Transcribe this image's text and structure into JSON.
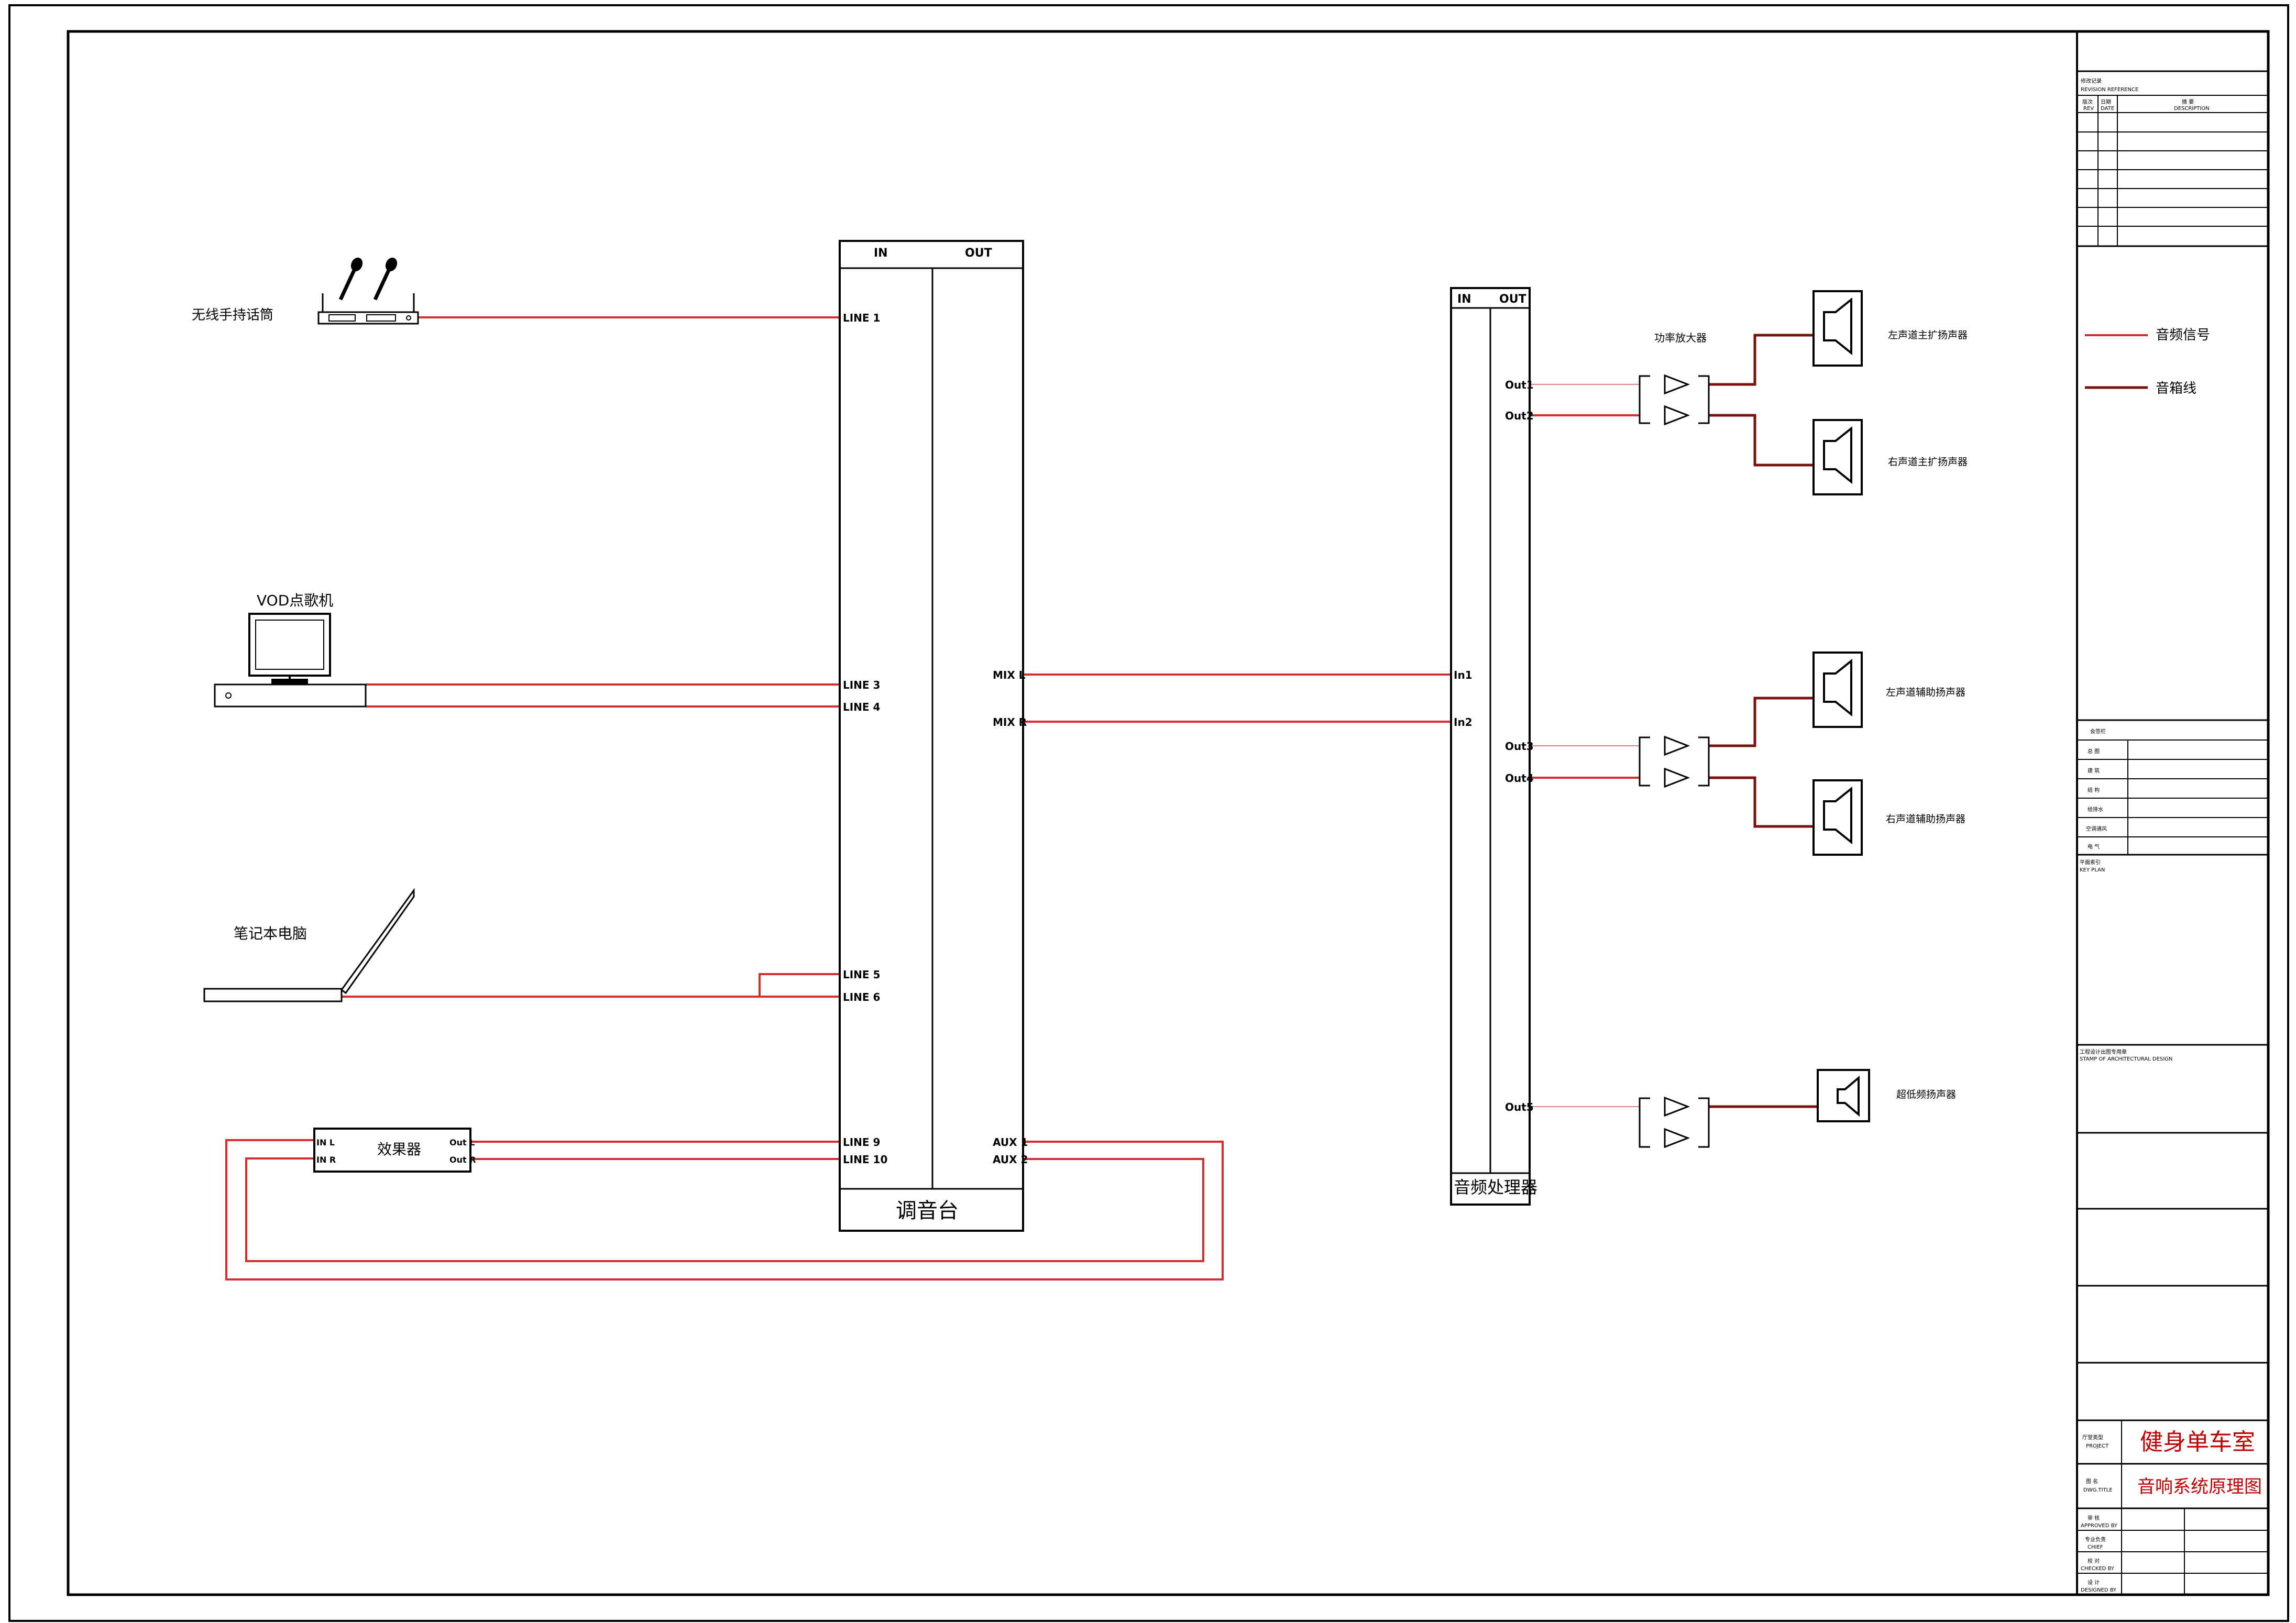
{
  "sources": {
    "mic": "无线手持话筒",
    "vod": "VOD点歌机",
    "laptop": "笔记本电脑",
    "effects": "效果器",
    "effects_in_l": "IN L",
    "effects_in_r": "IN R",
    "effects_out_l": "Out L",
    "effects_out_r": "Out R"
  },
  "mixer": {
    "name": "调音台",
    "in": "IN",
    "out": "OUT",
    "inputs": [
      "LINE 1",
      "LINE 3",
      "LINE 4",
      "LINE 5",
      "LINE 6",
      "LINE 9",
      "LINE 10"
    ],
    "outputs": [
      "MIX L",
      "MIX R",
      "AUX 1",
      "AUX 2"
    ]
  },
  "processor": {
    "name": "音频处理器",
    "in": "IN",
    "out": "OUT",
    "inputs": [
      "In1",
      "In2"
    ],
    "outputs": [
      "Out1",
      "Out2",
      "Out3",
      "Out4",
      "Out5"
    ]
  },
  "amp_label": "功率放大器",
  "speakers": [
    "左声道主扩扬声器",
    "右声道主扩扬声器",
    "左声道辅助扬声器",
    "右声道辅助扬声器",
    "超低频扬声器"
  ],
  "legend": {
    "audio_signal": "音频信号",
    "speaker_wire": "音箱线",
    "audio_color": "#d32f2f",
    "speaker_color": "#7a1010"
  },
  "title_block": {
    "revision_cn": "修改记录",
    "revision_en": "REVISION REFERENCE",
    "rev_col": "版次",
    "rev_col_en": "REV",
    "date_col": "日期",
    "date_col_en": "DATE",
    "desc_col": "摘 要",
    "desc_col_en": "DESCRIPTION",
    "sign_header": "会签栏",
    "sign_rows": [
      "总 图",
      "建 筑",
      "结 构",
      "给排水",
      "空调通风",
      "电 气"
    ],
    "key_plan_cn": "平面索引",
    "key_plan_en": "KEY PLAN",
    "stamp_cn": "工程设计出图专用章",
    "stamp_en": "STAMP OF ARCHITECTURAL DESIGN",
    "project_label": "厅堂类型",
    "project_label_en": "PROJECT",
    "project_value": "健身单车室",
    "drawing_label": "图 名",
    "drawing_label_en": "DWG.TITLE",
    "drawing_value": "音响系统原理图",
    "approvals": [
      {
        "cn": "审 核",
        "en": "APPROVED BY"
      },
      {
        "cn": "专业负责",
        "en": "CHIEF"
      },
      {
        "cn": "校 对",
        "en": "CHECKED BY"
      },
      {
        "cn": "设 计",
        "en": "DESIGNED BY"
      }
    ]
  }
}
